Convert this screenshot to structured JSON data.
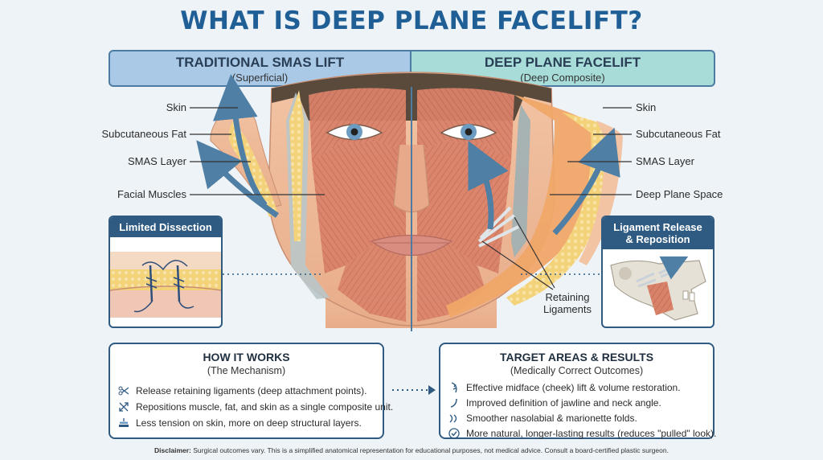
{
  "title": "WHAT IS DEEP PLANE FACELIFT?",
  "left_header": {
    "title": "TRADITIONAL SMAS LIFT",
    "subtitle": "(Superficial)"
  },
  "right_header": {
    "title": "DEEP PLANE FACELIFT",
    "subtitle": "(Deep Composite)"
  },
  "left_labels": [
    "Skin",
    "Subcutaneous Fat",
    "SMAS Layer",
    "Facial Muscles"
  ],
  "right_labels": [
    "Skin",
    "Subcutaneous Fat",
    "SMAS Layer",
    "Deep Plane Space"
  ],
  "retaining_label": "Retaining\nLigaments",
  "inset_left": {
    "title": "Limited Dissection"
  },
  "inset_right": {
    "title": "Ligament Release\n& Reposition"
  },
  "how_it_works": {
    "title": "HOW IT WORKS",
    "subtitle": "(The Mechanism)",
    "items": [
      {
        "icon": "scissors-icon",
        "text": "Release retaining ligaments (deep attachment points)."
      },
      {
        "icon": "reposition-arrows-icon",
        "text": "Repositions muscle, fat, and skin as a single composite unit."
      },
      {
        "icon": "layers-icon",
        "text": "Less tension on skin, more on deep structural layers."
      }
    ]
  },
  "target_areas": {
    "title": "TARGET AREAS & RESULTS",
    "subtitle": "(Medically Correct Outcomes)",
    "items": [
      {
        "icon": "cheek-icon",
        "text": "Effective midface (cheek) lift & volume restoration."
      },
      {
        "icon": "jawline-icon",
        "text": "Improved definition of jawline and neck angle."
      },
      {
        "icon": "folds-icon",
        "text": "Smoother nasolabial & marionette folds."
      },
      {
        "icon": "check-icon",
        "text": "More natural, longer-lasting results (reduces \"pulled\" look)."
      }
    ]
  },
  "disclaimer": {
    "label": "Disclaimer:",
    "text": "Surgical outcomes vary. This is a simplified anatomical representation for educational purposes, not medical advice. Consult a board-certified plastic surgeon."
  },
  "colors": {
    "title": "#1f5f96",
    "left_header_bg": "#a9c9e6",
    "right_header_bg": "#a7dcd9",
    "box_border": "#2f5b82",
    "arrow": "#4f7fa4",
    "muscle": "#d9826a",
    "fat": "#f3d27a"
  }
}
